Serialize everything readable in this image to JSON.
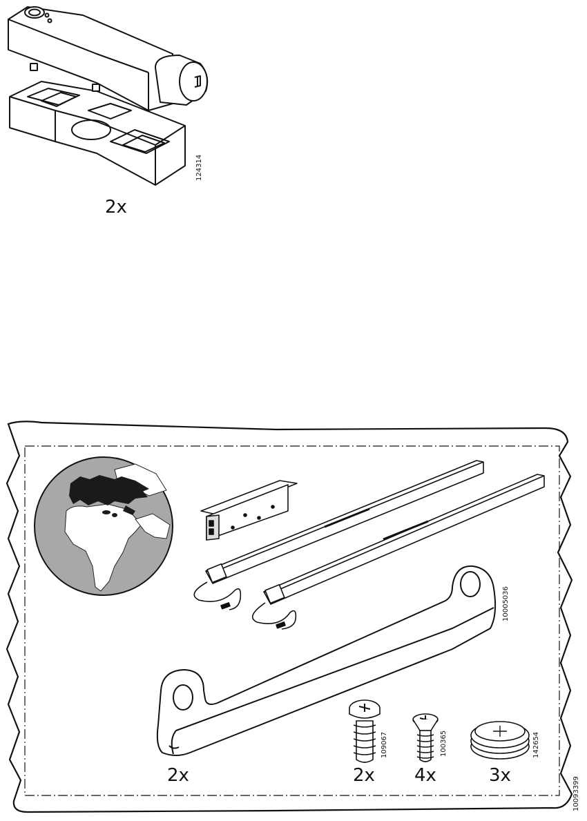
{
  "top_part": {
    "quantity": "2x",
    "article_number": "124314"
  },
  "bag": {
    "article_number": "10005036",
    "items": [
      {
        "quantity": "2x"
      },
      {
        "quantity": "2x",
        "article_number": "109067"
      },
      {
        "quantity": "4x",
        "article_number": "100365"
      },
      {
        "quantity": "3x",
        "article_number": "142654"
      }
    ]
  },
  "page_id": "10093399"
}
